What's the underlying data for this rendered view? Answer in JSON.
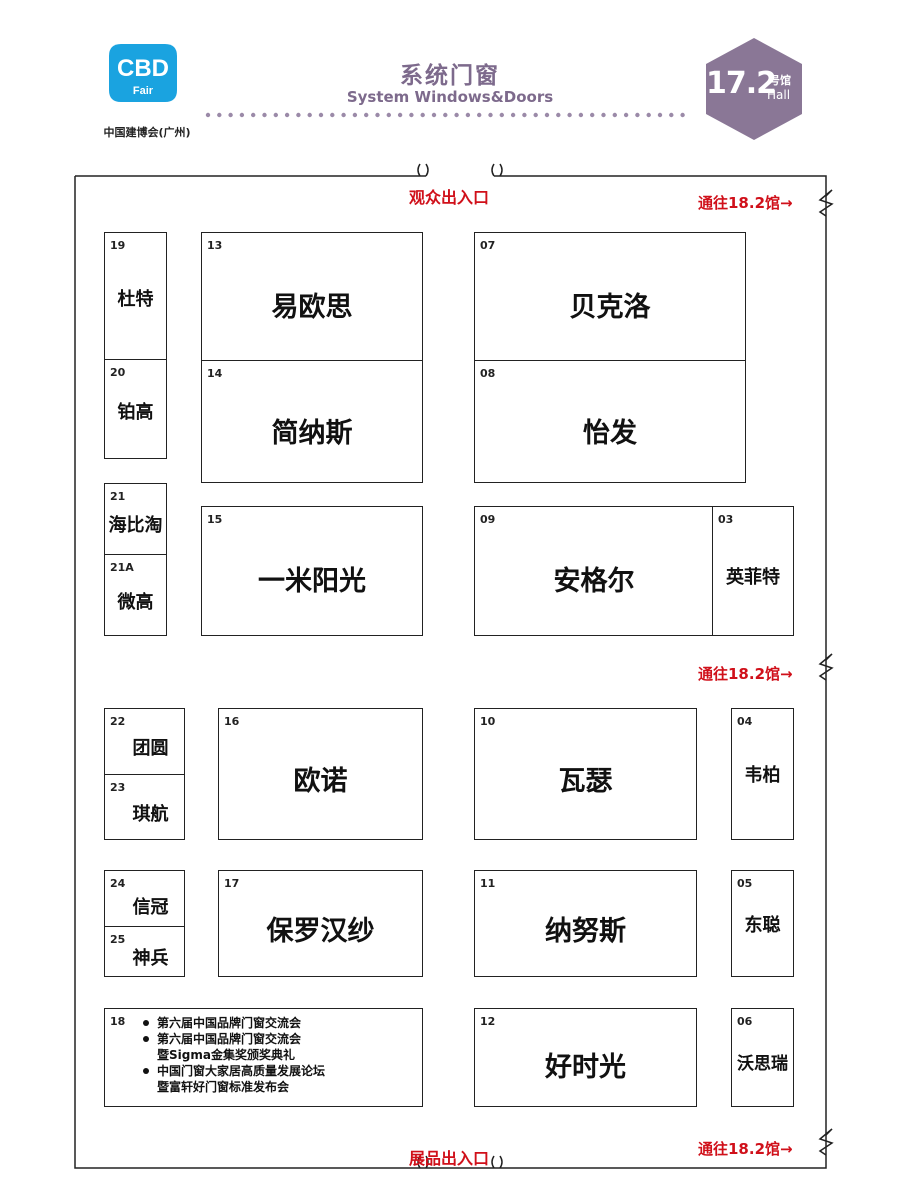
{
  "header": {
    "logo_text": "CBD",
    "logo_sub": "Fair",
    "logo_caption": "中国建博会(广州)",
    "title_zh": "系统门窗",
    "title_en": "System Windows&Doors",
    "hall_number": "17.2",
    "hall_zh": "号馆",
    "hall_en": "Hall"
  },
  "colors": {
    "purple": "#7d6a8c",
    "badge": "#8a7796",
    "logo_blue": "#1aa3e0",
    "entrance_red": "#d0101a"
  },
  "entrances": {
    "audience": "观众出入口",
    "exhibits": "展品出入口",
    "to_hall": "通往18.2馆→"
  },
  "booths": {
    "b19": {
      "num": "19",
      "name": "杜特"
    },
    "b20": {
      "num": "20",
      "name": "铂高"
    },
    "b21": {
      "num": "21",
      "name": "海比淘"
    },
    "b21a": {
      "num": "21A",
      "name": "微高"
    },
    "b13": {
      "num": "13",
      "name": "易欧思"
    },
    "b14": {
      "num": "14",
      "name": "简纳斯"
    },
    "b15": {
      "num": "15",
      "name": "一米阳光"
    },
    "b07": {
      "num": "07",
      "name": "贝克洛"
    },
    "b08": {
      "num": "08",
      "name": "怡发"
    },
    "b09": {
      "num": "09",
      "name": "安格尔"
    },
    "b03": {
      "num": "03",
      "name": "英菲特"
    },
    "b22": {
      "num": "22",
      "name": "团圆"
    },
    "b23": {
      "num": "23",
      "name": "琪航"
    },
    "b16": {
      "num": "16",
      "name": "欧诺"
    },
    "b10": {
      "num": "10",
      "name": "瓦瑟"
    },
    "b04": {
      "num": "04",
      "name": "韦柏"
    },
    "b24": {
      "num": "24",
      "name": "信冠"
    },
    "b25": {
      "num": "25",
      "name": "神兵"
    },
    "b17": {
      "num": "17",
      "name": "保罗汉纱"
    },
    "b11": {
      "num": "11",
      "name": "纳努斯"
    },
    "b05": {
      "num": "05",
      "name": "东聪"
    },
    "b18": {
      "num": "18",
      "events": [
        "第六届中国品牌门窗交流会",
        "第六届中国品牌门窗交流会\n暨Sigma金集奖颁奖典礼",
        "中国门窗大家居高质量发展论坛\n暨富轩好门窗标准发布会"
      ]
    },
    "b12": {
      "num": "12",
      "name": "好时光"
    },
    "b06": {
      "num": "06",
      "name": "沃思瑞"
    }
  }
}
